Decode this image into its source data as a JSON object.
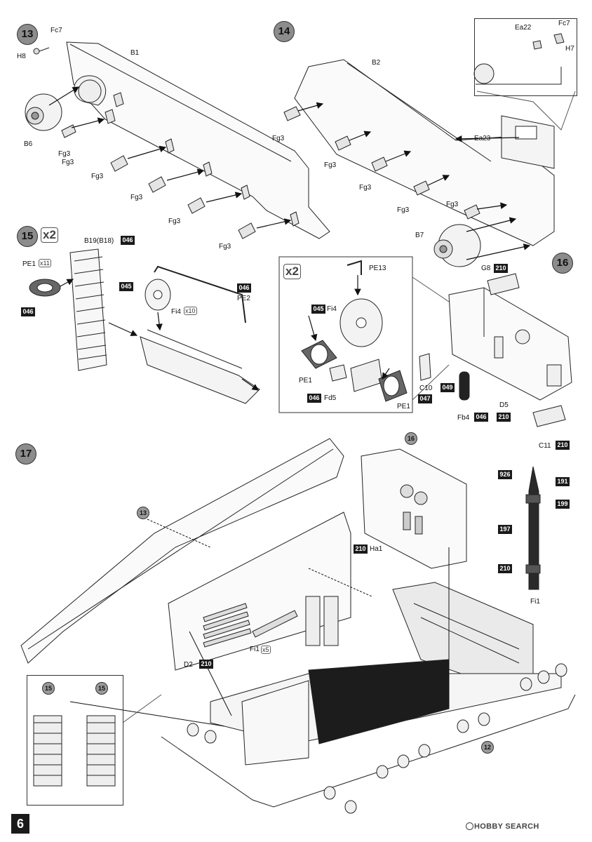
{
  "page_number": "6",
  "watermark": "HOBBY SEARCH",
  "steps": {
    "s13": "13",
    "s14": "14",
    "s15": "15",
    "s16": "16",
    "s17": "17"
  },
  "sub_refs": {
    "r13": "13",
    "r16": "16",
    "r12": "12",
    "r15a": "15",
    "r15b": "15"
  },
  "multipliers": {
    "m15": "x2",
    "m16": "x2",
    "pe1": "x11",
    "fi4": "x10",
    "fi1": "x5"
  },
  "labels": {
    "s13_fc7": "Fc7",
    "s13_h8": "H8",
    "s13_b1": "B1",
    "s13_b6": "B6",
    "s13_fg3_a": "Fg3",
    "s13_fg3_b": "Fg3",
    "s13_fg3_c": "Fg3",
    "s13_fg3_d": "Fg3",
    "s13_fg3_e": "Fg3",
    "s13_fg3_f": "Fg3",
    "s14_ea22": "Ea22",
    "s14_fc7": "Fc7",
    "s14_h7": "H7",
    "s14_b2": "B2",
    "s14_ea23": "Ea23",
    "s14_b7": "B7",
    "s14_fg3_a": "Fg3",
    "s14_fg3_b": "Fg3",
    "s14_fg3_c": "Fg3",
    "s14_fg3_d": "Fg3",
    "s14_fg3_e": "Fg3",
    "s15_b19": "B19(B18)",
    "s15_pe1": "PE1",
    "s15_fi4": "Fi4",
    "s15_pe2": "PE2",
    "s16_pe13": "PE13",
    "s16_fi4": "Fi4",
    "s16_pe1_a": "PE1",
    "s16_pe1_b": "PE1",
    "s16_fd5": "Fd5",
    "s16_g8": "G8",
    "s16_c10": "C10",
    "s16_fb4": "Fb4",
    "s16_d5": "D5",
    "s16_c11": "C11",
    "s17_ha1": "Ha1",
    "s17_d2": "D2",
    "s17_fi1": "Fi1",
    "s17_fi1_shell": "Fi1"
  },
  "codes": {
    "s15_b19": "046",
    "s15_pe1": "046",
    "s15_fi4": "045",
    "s15_pe2": "046",
    "s16_fi4": "045",
    "s16_fd5": "046",
    "s16_g8": "210",
    "s16_c10_a": "049",
    "s16_c10_b": "047",
    "s16_fb4": "046",
    "s16_d5": "210",
    "s16_c11": "210",
    "s17_ha1": "210",
    "s17_d2": "210",
    "shell_926": "926",
    "shell_191": "191",
    "shell_199": "199",
    "shell_197": "197",
    "shell_210": "210"
  },
  "colors": {
    "code_bg": "#1a1a1a",
    "step_circle": "#8c8c8c",
    "floor_dark": "#1c1c1c"
  }
}
